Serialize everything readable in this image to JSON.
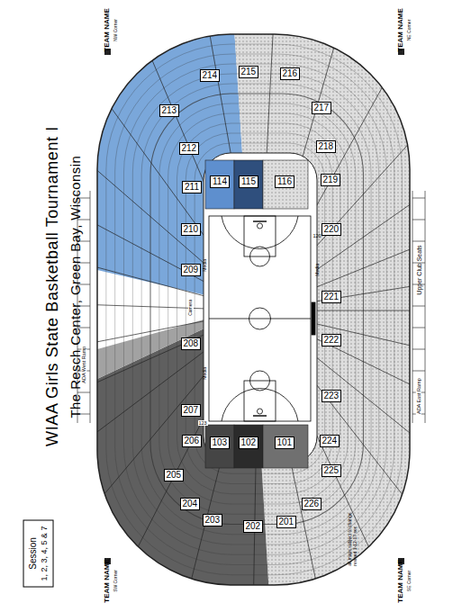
{
  "diagram": {
    "title": "WIAA Girls State Basketball Tournament I",
    "nodes": [
      {
        "text": [
          "Session",
          "1, 2, 3, 4, 5 & 7"
        ]
      },
      {
        "text": [
          "TEAM NAME",
          "NW Corner"
        ]
      },
      {
        "text": [
          "TEAM NAME",
          "NE Corner"
        ]
      },
      {
        "text": [
          "TEAM NAME",
          "SW Corner"
        ]
      },
      {
        "text": [
          "TEAM NAME",
          "SE Corner"
        ]
      },
      {
        "text": [
          "214"
        ]
      },
      {
        "text": [
          "215"
        ]
      },
      {
        "text": [
          "216"
        ]
      },
      {
        "text": [
          "213"
        ]
      },
      {
        "text": [
          "217"
        ]
      },
      {
        "text": [
          "212"
        ]
      },
      {
        "text": [
          "218"
        ]
      },
      {
        "text": [
          "114"
        ]
      },
      {
        "text": [
          "115"
        ]
      },
      {
        "text": [
          "116"
        ]
      },
      {
        "text": [
          "211"
        ]
      },
      {
        "text": [
          "219"
        ]
      },
      {
        "text": [
          "210"
        ]
      },
      {
        "text": [
          "220"
        ]
      },
      {
        "text": [
          "209"
        ]
      },
      {
        "text": [
          "221"
        ]
      },
      {
        "text": [
          "208"
        ]
      },
      {
        "text": [
          "222"
        ]
      },
      {
        "text": [
          "207"
        ]
      },
      {
        "text": [
          "223"
        ]
      },
      {
        "text": [
          "103"
        ]
      },
      {
        "text": [
          "102"
        ]
      },
      {
        "text": [
          "101"
        ]
      },
      {
        "text": [
          "206"
        ]
      },
      {
        "text": [
          "224"
        ]
      },
      {
        "text": [
          "205"
        ]
      },
      {
        "text": [
          "225"
        ]
      },
      {
        "text": [
          "204"
        ]
      },
      {
        "text": [
          "226"
        ]
      },
      {
        "text": [
          "203"
        ]
      },
      {
        "text": [
          "201"
        ]
      },
      {
        "text": [
          "202"
        ]
      }
    ],
    "labels": [
      "The Resch Center, Green Bay, Wisconsin",
      "Upper Club Seats",
      "ADA West Ramp",
      "ADA East Ramp",
      "Camera",
      "Media",
      "Media",
      "Media",
      "120",
      "123",
      "all maps subject to change revised 1-12-17 sec"
    ]
  }
}
